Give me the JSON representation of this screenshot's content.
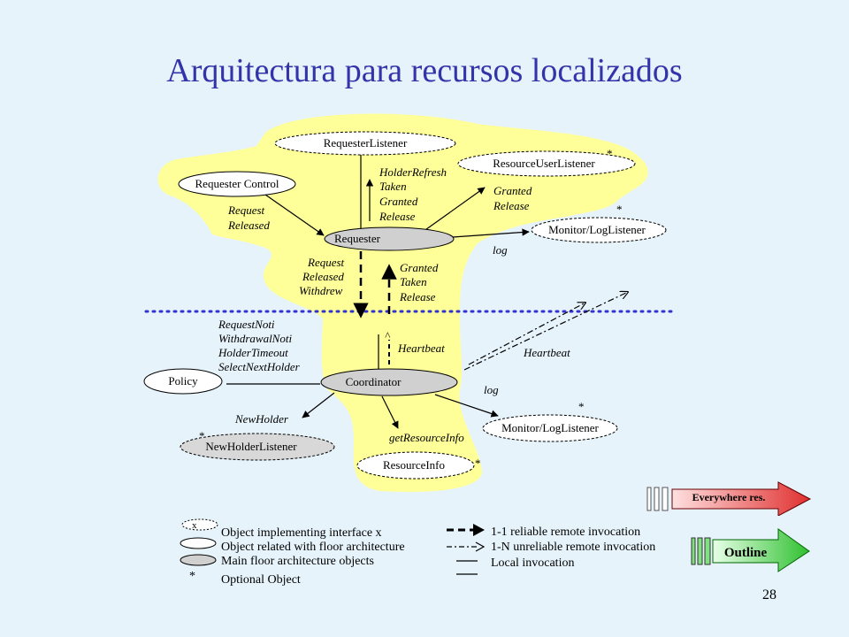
{
  "title": "Arquitectura para recursos localizados",
  "page_number": "28",
  "nodes": {
    "requester_listener": "RequesterListener",
    "resource_user_listener": "ResourceUserListener",
    "requester_control": "Requester Control",
    "requester": "Requester",
    "monitor_log_listener_top": "Monitor/LogListener",
    "policy": "Policy",
    "coordinator": "Coordinator",
    "monitor_log_listener_bottom": "Monitor/LogListener",
    "new_holder_listener": "NewHolderListener",
    "resource_info": "ResourceInfo"
  },
  "labels": {
    "holder_refresh": "HolderRefresh",
    "taken_1": "Taken",
    "granted_1": "Granted",
    "release_1": "Release",
    "granted_2": "Granted",
    "release_2": "Release",
    "request_1": "Request",
    "released_1": "Released",
    "log_1": "log",
    "request_2": "Request",
    "released_2": "Released",
    "withdrew": "Withdrew",
    "granted_3": "Granted",
    "taken_2": "Taken",
    "release_3": "Release",
    "request_noti": "RequestNoti",
    "withdrawal_noti": "WithdrawalNoti",
    "holder_timeout": "HolderTimeout",
    "select_next_holder": "SelectNextHolder",
    "heartbeat_1": "Heartbeat",
    "heartbeat_2": "Heartbeat",
    "log_2": "log",
    "new_holder": "NewHolder",
    "get_resource_info": "getResourceInfo",
    "star": "*",
    "caret": "^"
  },
  "legend": {
    "x_marker": "x",
    "interface_object": "Object implementing interface x",
    "related_object": "Object related with floor architecture",
    "main_object": "Main floor architecture objects",
    "optional_object": "Optional Object",
    "reliable": "1-1 reliable remote invocation",
    "unreliable": "1-N unreliable remote invocation",
    "local": "Local invocation",
    "star": "*"
  },
  "nav": {
    "everywhere_label": "Everywhere res.",
    "outline_label": "Outline"
  },
  "colors": {
    "title": "#3333aa",
    "background": "#e6f3fb",
    "cloud": "#ffff99",
    "main_object_fill": "#d0d0d0",
    "separator": "#3333cc",
    "everywhere_button": "#e05050",
    "outline_button": "#50c050"
  }
}
